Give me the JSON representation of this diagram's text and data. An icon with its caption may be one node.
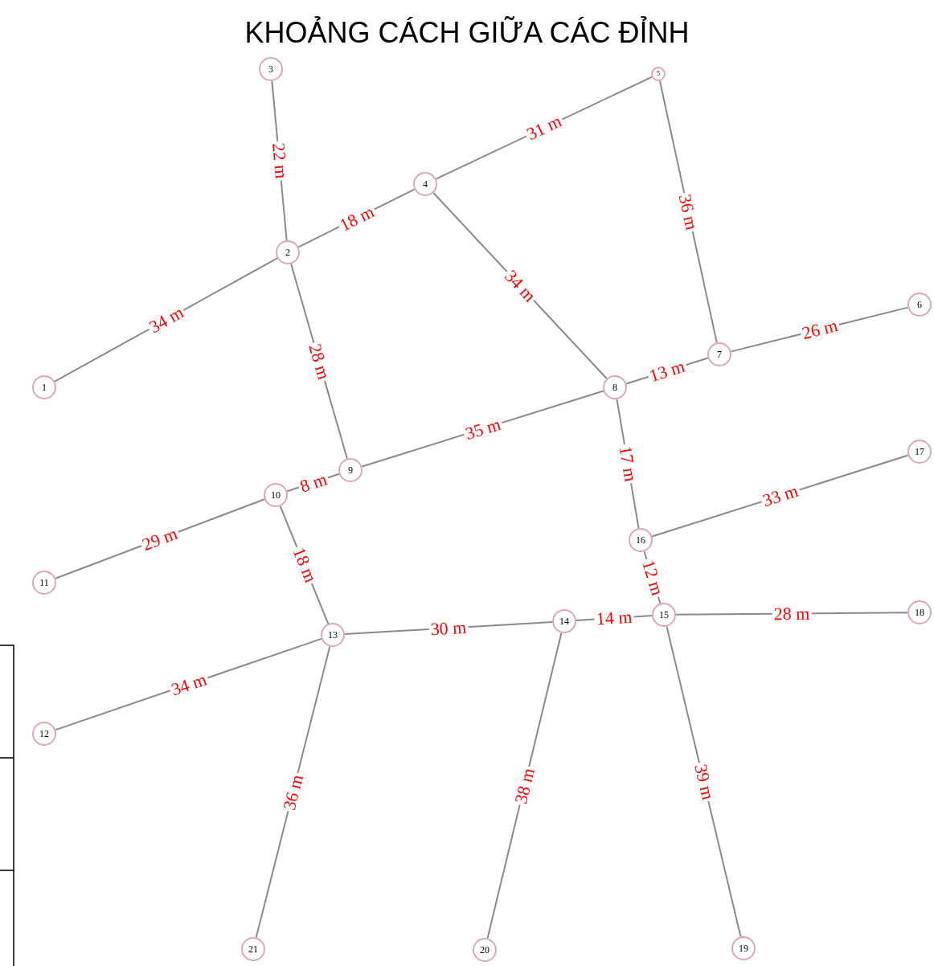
{
  "diagram": {
    "title": "KHOẢNG CÁCH GIỮA CÁC ĐỈNH",
    "nodes": [
      {
        "text": [
          "1"
        ]
      },
      {
        "text": [
          "2"
        ]
      },
      {
        "text": [
          "3"
        ]
      },
      {
        "text": [
          "4"
        ]
      },
      {
        "text": [
          "5"
        ]
      },
      {
        "text": [
          "6"
        ]
      },
      {
        "text": [
          "7"
        ]
      },
      {
        "text": [
          "8"
        ]
      },
      {
        "text": [
          "9"
        ]
      },
      {
        "text": [
          "10"
        ]
      },
      {
        "text": [
          "11"
        ]
      },
      {
        "text": [
          "12"
        ]
      },
      {
        "text": [
          "13"
        ]
      },
      {
        "text": [
          "14"
        ]
      },
      {
        "text": [
          "15"
        ]
      },
      {
        "text": [
          "16"
        ]
      },
      {
        "text": [
          "17"
        ]
      },
      {
        "text": [
          "18"
        ]
      },
      {
        "text": [
          "19"
        ]
      },
      {
        "text": [
          "20"
        ]
      },
      {
        "text": [
          "21"
        ]
      }
    ],
    "edges": [
      {
        "from": 0,
        "to": 1,
        "arrow": "none",
        "label": "34 m"
      },
      {
        "from": 1,
        "to": 3,
        "arrow": "none",
        "label": "18 m"
      },
      {
        "from": 3,
        "to": 4,
        "arrow": "none",
        "label": "31 m"
      },
      {
        "from": 2,
        "to": 1,
        "arrow": "none",
        "label": "22 m"
      },
      {
        "from": 1,
        "to": 8,
        "arrow": "none",
        "label": "28 m"
      },
      {
        "from": 3,
        "to": 7,
        "arrow": "none",
        "label": "34 m"
      },
      {
        "from": 4,
        "to": 6,
        "arrow": "none",
        "label": "36 m"
      },
      {
        "from": 7,
        "to": 6,
        "arrow": "none",
        "label": "13 m"
      },
      {
        "from": 6,
        "to": 5,
        "arrow": "none",
        "label": "26 m"
      },
      {
        "from": 9,
        "to": 8,
        "arrow": "none",
        "label": "8 m"
      },
      {
        "from": 8,
        "to": 7,
        "arrow": "none",
        "label": "35 m"
      },
      {
        "from": 10,
        "to": 9,
        "arrow": "none",
        "label": "29 m"
      },
      {
        "from": 9,
        "to": 12,
        "arrow": "none",
        "label": "18 m"
      },
      {
        "from": 7,
        "to": 15,
        "arrow": "none",
        "label": "17 m"
      },
      {
        "from": 15,
        "to": 16,
        "arrow": "none",
        "label": "33 m"
      },
      {
        "from": 15,
        "to": 14,
        "arrow": "none",
        "label": "12 m"
      },
      {
        "from": 12,
        "to": 13,
        "arrow": "none",
        "label": "30 m"
      },
      {
        "from": 13,
        "to": 14,
        "arrow": "none",
        "label": "14 m"
      },
      {
        "from": 14,
        "to": 17,
        "arrow": "none",
        "label": "28 m"
      },
      {
        "from": 11,
        "to": 12,
        "arrow": "none",
        "label": "34 m"
      },
      {
        "from": 12,
        "to": 20,
        "arrow": "none",
        "label": "36 m"
      },
      {
        "from": 13,
        "to": 19,
        "arrow": "none",
        "label": "38 m"
      },
      {
        "from": 14,
        "to": 18,
        "arrow": "none",
        "label": "39 m"
      }
    ]
  }
}
